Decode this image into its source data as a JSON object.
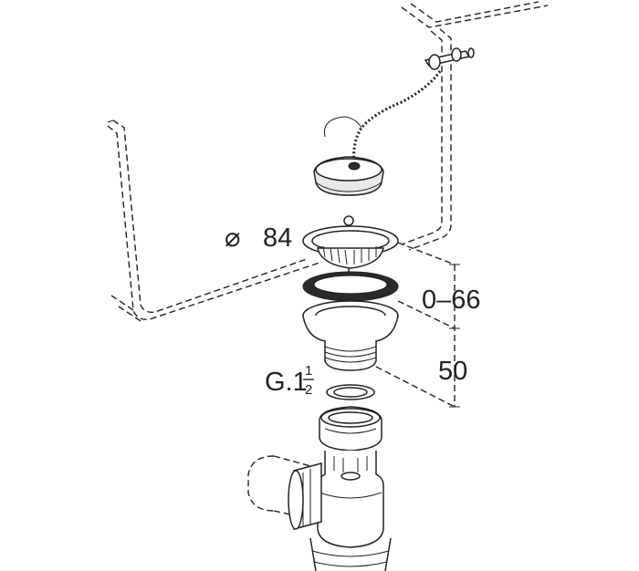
{
  "labels": {
    "diameter_symbol": "⌀",
    "diameter_value": "84",
    "height_range": "0–66",
    "depth": "50",
    "thread_prefix": "G.1",
    "thread_frac_num": "1",
    "thread_frac_den": "2"
  },
  "colors": {
    "line": "#222222",
    "background": "#ffffff",
    "shade": "#e8e8e8"
  }
}
